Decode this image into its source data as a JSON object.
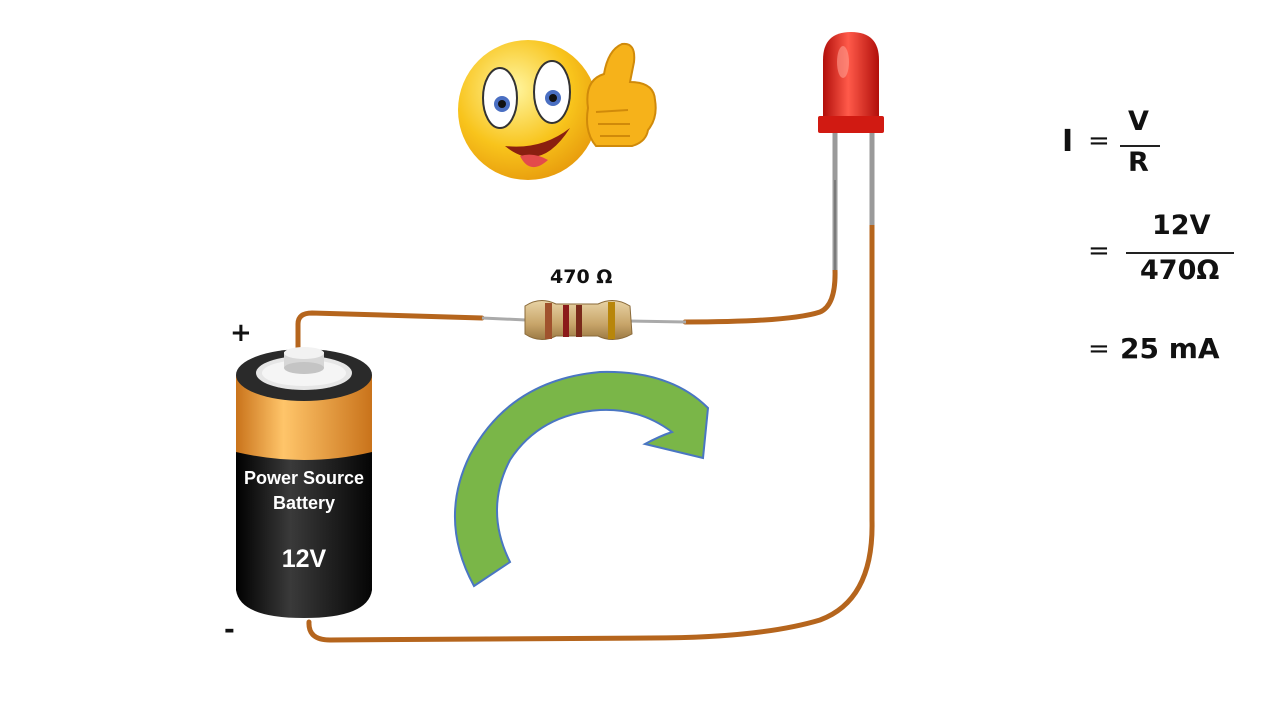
{
  "battery": {
    "polarity_positive": "+",
    "polarity_negative": "-",
    "label_line1": "Power Source",
    "label_line2": "Battery",
    "voltage": "12V"
  },
  "resistor": {
    "label": "470 Ω"
  },
  "formula": {
    "line1_lhs": "I",
    "line1_eq": "=",
    "line1_num": "V",
    "line1_den": "R",
    "line2_eq": "=",
    "line2_num": "12V",
    "line2_den": "470Ω",
    "line3_eq": "=",
    "line3_value": "25 mA"
  },
  "colors": {
    "wire": "#b5651d",
    "arrow_fill": "#7ab648",
    "arrow_stroke": "#4a76c2",
    "led": "#e8231b",
    "battery_top": "#f6a53a",
    "battery_body": "#151515"
  }
}
